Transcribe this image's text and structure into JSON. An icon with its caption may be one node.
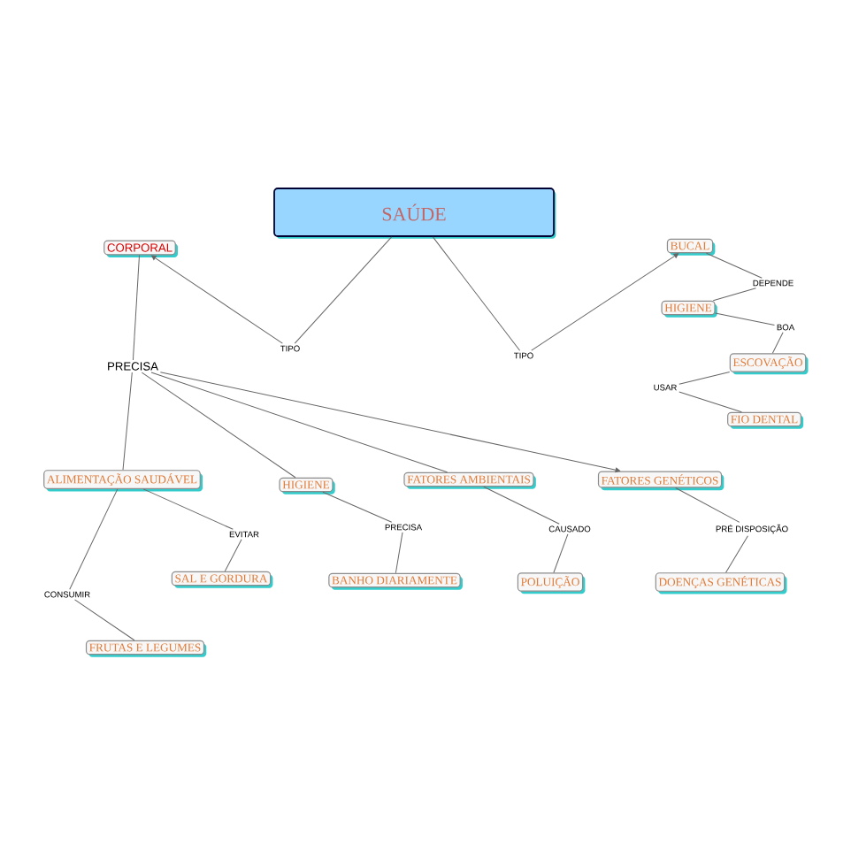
{
  "diagram": {
    "nodes": [
      {
        "text": [
          "SAÚDE"
        ]
      },
      {
        "text": [
          "CORPORAL"
        ]
      },
      {
        "text": [
          "BUCAL"
        ]
      },
      {
        "text": [
          "TIPO"
        ]
      },
      {
        "text": [
          "TIPO"
        ]
      },
      {
        "text": [
          "DEPENDE"
        ]
      },
      {
        "text": [
          "HIGIENE"
        ]
      },
      {
        "text": [
          "BOA"
        ]
      },
      {
        "text": [
          "ESCOVAÇÃO"
        ]
      },
      {
        "text": [
          "USAR"
        ]
      },
      {
        "text": [
          "FIO DENTAL"
        ]
      },
      {
        "text": [
          "PRECISA"
        ]
      },
      {
        "text": [
          "ALIMENTAÇÃO SAUDÁVEL"
        ]
      },
      {
        "text": [
          "HIGIENE"
        ]
      },
      {
        "text": [
          "FATORES AMBIENTAIS"
        ]
      },
      {
        "text": [
          "FATORES GENÉTICOS"
        ]
      },
      {
        "text": [
          "EVITAR"
        ]
      },
      {
        "text": [
          "PRECISA"
        ]
      },
      {
        "text": [
          "CAUSADO"
        ]
      },
      {
        "text": [
          "PRÉ DISPOSIÇÃO"
        ]
      },
      {
        "text": [
          "CONSUMIR"
        ]
      },
      {
        "text": [
          "SAL E GORDURA"
        ]
      },
      {
        "text": [
          "BANHO DIARIAMENTE"
        ]
      },
      {
        "text": [
          "POLUIÇÃO"
        ]
      },
      {
        "text": [
          "DOENÇAS GENÉTICAS"
        ]
      },
      {
        "text": [
          "FRUTAS E LEGUMES"
        ]
      }
    ],
    "edges": [
      {
        "from": 0,
        "to": 3,
        "arrow": "none"
      },
      {
        "from": 3,
        "to": 1,
        "arrow": "to"
      },
      {
        "from": 0,
        "to": 4,
        "arrow": "none"
      },
      {
        "from": 4,
        "to": 2,
        "arrow": "to"
      },
      {
        "from": 2,
        "to": 5,
        "arrow": "none"
      },
      {
        "from": 5,
        "to": 6,
        "arrow": "none"
      },
      {
        "from": 6,
        "to": 7,
        "arrow": "none"
      },
      {
        "from": 7,
        "to": 8,
        "arrow": "none"
      },
      {
        "from": 8,
        "to": 9,
        "arrow": "none"
      },
      {
        "from": 9,
        "to": 10,
        "arrow": "none"
      },
      {
        "from": 1,
        "to": 11,
        "arrow": "none"
      },
      {
        "from": 11,
        "to": 12,
        "arrow": "none"
      },
      {
        "from": 11,
        "to": 13,
        "arrow": "none"
      },
      {
        "from": 11,
        "to": 14,
        "arrow": "none"
      },
      {
        "from": 11,
        "to": 15,
        "arrow": "to"
      },
      {
        "from": 12,
        "to": 16,
        "arrow": "none"
      },
      {
        "from": 16,
        "to": 21,
        "arrow": "none"
      },
      {
        "from": 12,
        "to": 20,
        "arrow": "none"
      },
      {
        "from": 20,
        "to": 25,
        "arrow": "none"
      },
      {
        "from": 13,
        "to": 17,
        "arrow": "none"
      },
      {
        "from": 17,
        "to": 22,
        "arrow": "none"
      },
      {
        "from": 14,
        "to": 18,
        "arrow": "none"
      },
      {
        "from": 18,
        "to": 23,
        "arrow": "none"
      },
      {
        "from": 15,
        "to": 19,
        "arrow": "none"
      },
      {
        "from": 19,
        "to": 24,
        "arrow": "none"
      }
    ]
  }
}
